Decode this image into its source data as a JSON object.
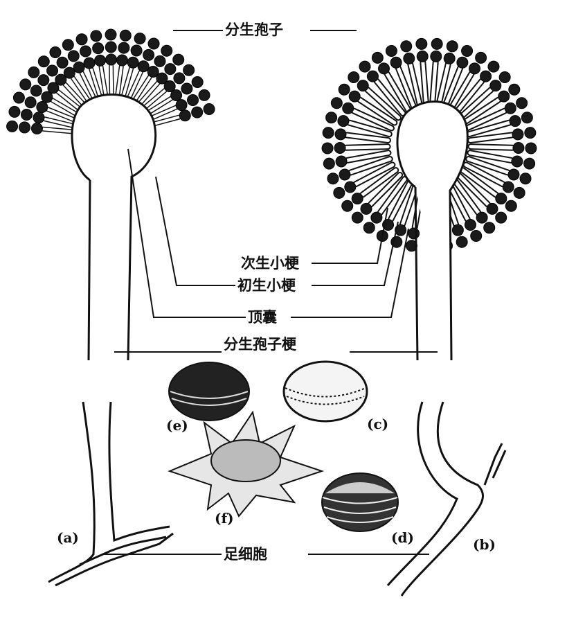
{
  "labels": {
    "conidia": "分生孢子",
    "secondary_sterigmata": "次生小梗",
    "primary_sterigmata": "初生小梗",
    "vesicle": "顶囊",
    "conidiophore": "分生孢子梗",
    "foot_cell": "足细胞"
  },
  "panels": {
    "a": "(a)",
    "b": "(b)",
    "c": "(c)",
    "d": "(d)",
    "e": "(e)",
    "f": "(f)"
  }
}
